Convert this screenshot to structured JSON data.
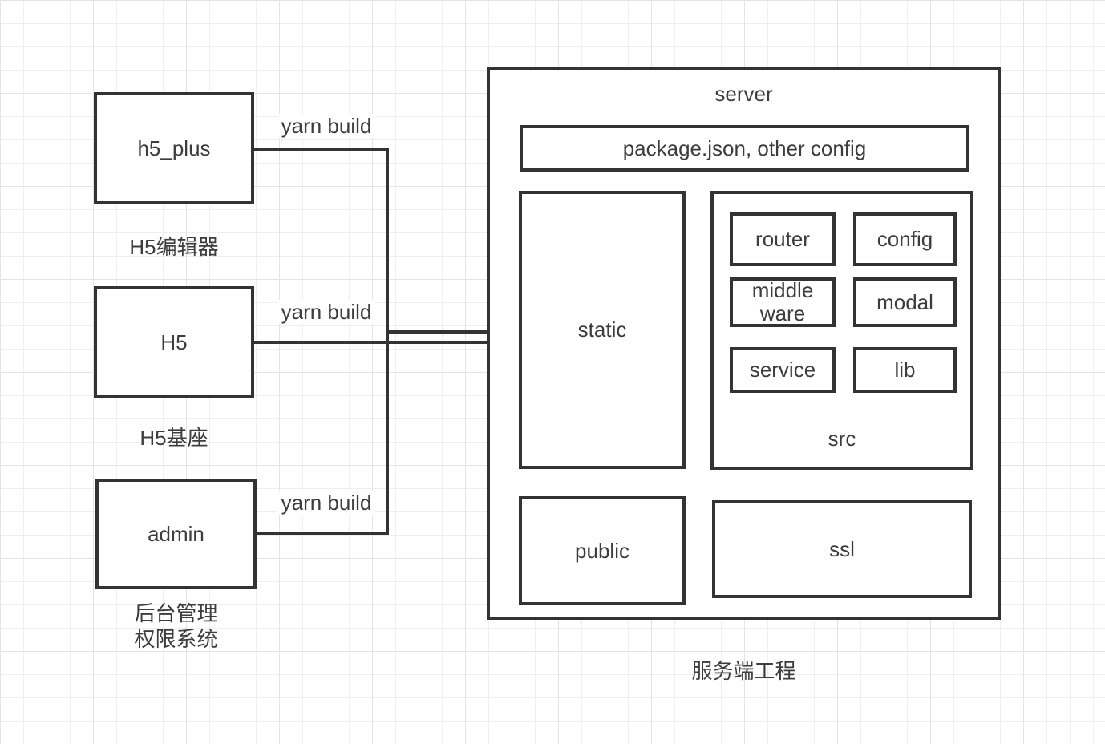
{
  "canvas": {
    "background_color": "#ffffff",
    "grid_minor_color": "#efefef",
    "grid_major_color": "#e4e4e4",
    "stroke_color": "#333333",
    "text_color": "#3d3d3d"
  },
  "clients": [
    {
      "name": "h5_plus",
      "caption": "H5编辑器",
      "edge_label": "yarn build"
    },
    {
      "name": "H5",
      "caption": "H5基座",
      "edge_label": "yarn build"
    },
    {
      "name": "admin",
      "caption": "后台管理\n权限系统",
      "edge_label": "yarn build"
    }
  ],
  "server": {
    "title": "server",
    "caption": "服务端工程",
    "config_box": {
      "label": "package.json, other config"
    },
    "static_box": {
      "label": "static"
    },
    "public_box": {
      "label": "public"
    },
    "ssl_box": {
      "label": "ssl"
    },
    "src_group": {
      "label": "src",
      "modules": [
        {
          "label": "router"
        },
        {
          "label": "config"
        },
        {
          "label": "middle\nware"
        },
        {
          "label": "modal"
        },
        {
          "label": "service"
        },
        {
          "label": "lib"
        }
      ]
    }
  }
}
